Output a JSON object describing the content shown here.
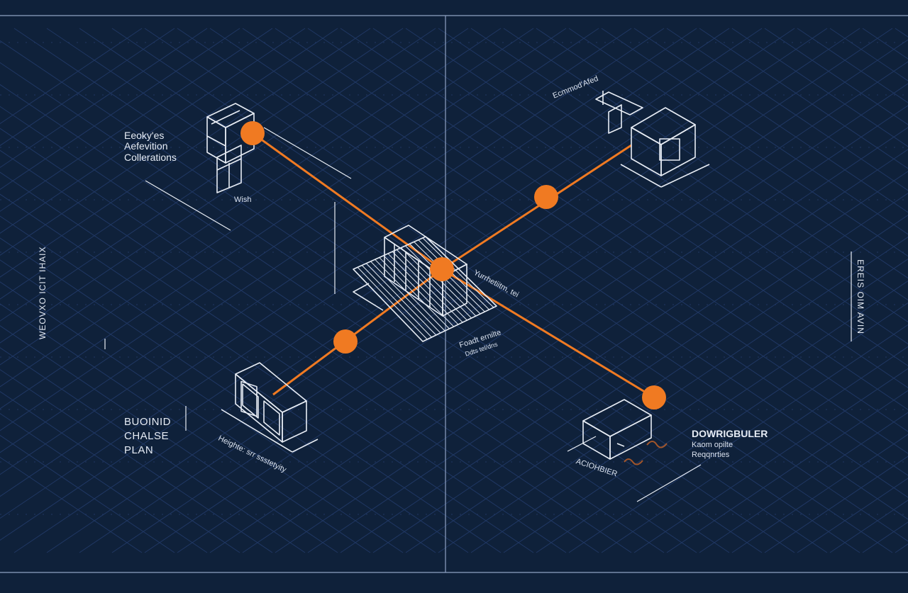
{
  "colors": {
    "background": "#0f213a",
    "grid": "#2e4a86",
    "frame": "#8fa2c2",
    "line": "#e8edf5",
    "accent": "#f07a22"
  },
  "labels": {
    "top_left_note": [
      "Eeoky'es",
      "Aefevition",
      "Collerations"
    ],
    "top_left_caption": "Wish",
    "top_right_caption": "Ecmmod'Afed",
    "center_right_caption": "Yurrhetiitm, tei",
    "center_lower_caption": [
      "Foadt ernilte",
      "Ddts tel/dns"
    ],
    "left_bottom_title": [
      "BUOINID",
      "CHALSE",
      "PLAN"
    ],
    "left_bottom_caption": "Heighte: srr ssstetyity",
    "right_bottom_title": "DOWRIGBULER",
    "right_bottom_sub": [
      "Kaom opilte",
      "Reqqnrties"
    ],
    "right_bottom_caption": "ACIOHBIER",
    "left_vertical": "WEOVXO ICIT IHAIX",
    "right_vertical": "EREIS OIM AVIN"
  },
  "nodes": [
    {
      "name": "top-left-node"
    },
    {
      "name": "top-right-node"
    },
    {
      "name": "center-node"
    },
    {
      "name": "lower-left-node"
    },
    {
      "name": "lower-right-node"
    }
  ]
}
